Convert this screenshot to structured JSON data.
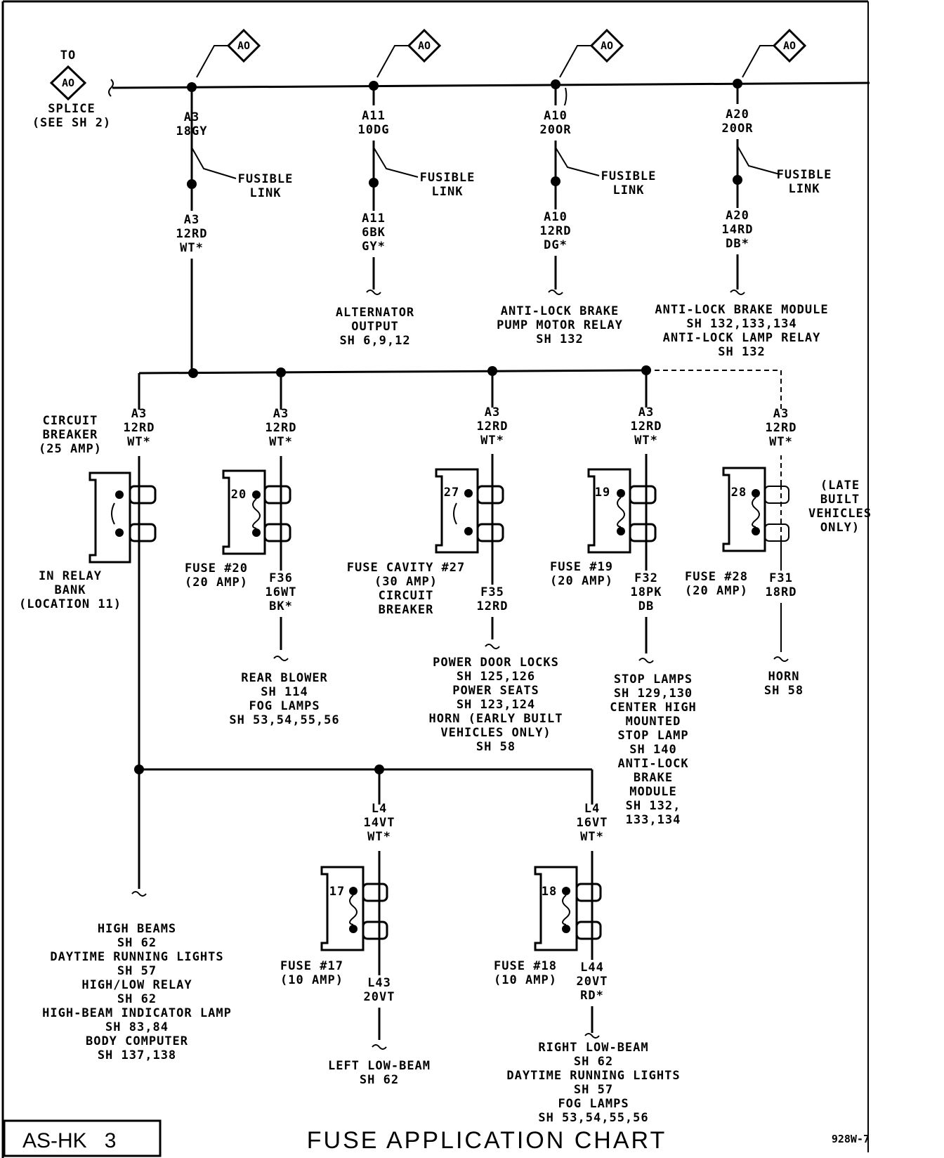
{
  "diagram": {
    "page_id": "AS-HK   3",
    "title": "FUSE APPLICATION CHART",
    "code": "928W-7",
    "to_splice": {
      "to": "TO",
      "connector": "AO",
      "label": [
        "SPLICE",
        "(SEE SH 2)"
      ]
    },
    "feed_connector": "AO",
    "fusible_link_label": [
      "FUSIBLE",
      "LINK"
    ],
    "feeds": [
      {
        "top": [
          "A3",
          "18GY"
        ],
        "bottom": [
          "A3",
          "12RD",
          "WT*"
        ]
      },
      {
        "top": [
          "A11",
          "10DG"
        ],
        "bottom": [
          "A11",
          "6BK",
          "GY*"
        ],
        "load": [
          "ALTERNATOR",
          "OUTPUT",
          "SH 6,9,12"
        ]
      },
      {
        "top": [
          "A10",
          "20OR"
        ],
        "bottom": [
          "A10",
          "12RD",
          "DG*"
        ],
        "load": [
          "ANTI-LOCK BRAKE",
          "PUMP MOTOR RELAY",
          "SH 132"
        ]
      },
      {
        "top": [
          "A20",
          "20OR"
        ],
        "bottom": [
          "A20",
          "14RD",
          "DB*"
        ],
        "load": [
          "ANTI-LOCK BRAKE MODULE",
          "SH 132,133,134",
          "ANTI-LOCK LAMP RELAY",
          "SH 132"
        ]
      }
    ],
    "circuit_breaker": {
      "title": [
        "CIRCUIT",
        "BREAKER",
        "(25 AMP)"
      ],
      "wire": [
        "A3",
        "12RD",
        "WT*"
      ],
      "location": [
        "IN RELAY",
        "BANK",
        "(LOCATION 11)"
      ]
    },
    "fuses": [
      {
        "number": "20",
        "in_wire": [
          "A3",
          "12RD",
          "WT*"
        ],
        "label": [
          "FUSE #20",
          "(20 AMP)"
        ],
        "out_wire": [
          "F36",
          "16WT",
          "BK*"
        ],
        "load": [
          "REAR BLOWER",
          "SH 114",
          "FOG LAMPS",
          "SH 53,54,55,56"
        ]
      },
      {
        "number": "27",
        "in_wire": [
          "A3",
          "12RD",
          "WT*"
        ],
        "label": [
          "FUSE CAVITY #27",
          "(30 AMP)",
          "CIRCUIT",
          "BREAKER"
        ],
        "out_wire": [
          "F35",
          "12RD"
        ],
        "load": [
          "POWER DOOR LOCKS",
          "SH 125,126",
          "POWER SEATS",
          "SH 123,124",
          "HORN (EARLY BUILT",
          "VEHICLES ONLY)",
          "SH 58"
        ]
      },
      {
        "number": "19",
        "in_wire": [
          "A3",
          "12RD",
          "WT*"
        ],
        "label": [
          "FUSE #19",
          "(20 AMP)"
        ],
        "out_wire": [
          "F32",
          "18PK",
          "DB"
        ],
        "load": [
          "STOP LAMPS",
          "SH 129,130",
          "CENTER HIGH",
          "MOUNTED",
          "STOP LAMP",
          "SH 140",
          "ANTI-LOCK",
          "BRAKE",
          "MODULE",
          "SH 132,",
          "133,134"
        ]
      },
      {
        "number": "28",
        "in_wire": [
          "A3",
          "12RD",
          "WT*"
        ],
        "label": [
          "FUSE #28",
          "(20 AMP)"
        ],
        "out_wire": [
          "F31",
          "18RD"
        ],
        "load": [
          "HORN",
          "SH 58"
        ],
        "note": [
          "(LATE",
          "BUILT",
          "VEHICLES",
          "ONLY)"
        ]
      },
      {
        "number": "17",
        "in_wire": [
          "L4",
          "14VT",
          "WT*"
        ],
        "label": [
          "FUSE #17",
          "(10 AMP)"
        ],
        "out_wire": [
          "L43",
          "20VT"
        ],
        "load": [
          "LEFT LOW-BEAM",
          "SH 62"
        ]
      },
      {
        "number": "18",
        "in_wire": [
          "L4",
          "16VT",
          "WT*"
        ],
        "label": [
          "FUSE #18",
          "(10 AMP)"
        ],
        "out_wire": [
          "L44",
          "20VT",
          "RD*"
        ],
        "load": [
          "RIGHT LOW-BEAM",
          "SH 62",
          "DAYTIME RUNNING LIGHTS",
          "SH 57",
          "FOG LAMPS",
          "SH 53,54,55,56"
        ]
      }
    ],
    "high_beam_load": [
      "HIGH BEAMS",
      "SH 62",
      "DAYTIME RUNNING LIGHTS",
      "SH 57",
      "HIGH/LOW RELAY",
      "SH 62",
      "HIGH-BEAM INDICATOR LAMP",
      "SH 83,84",
      "BODY COMPUTER",
      "SH 137,138"
    ]
  }
}
